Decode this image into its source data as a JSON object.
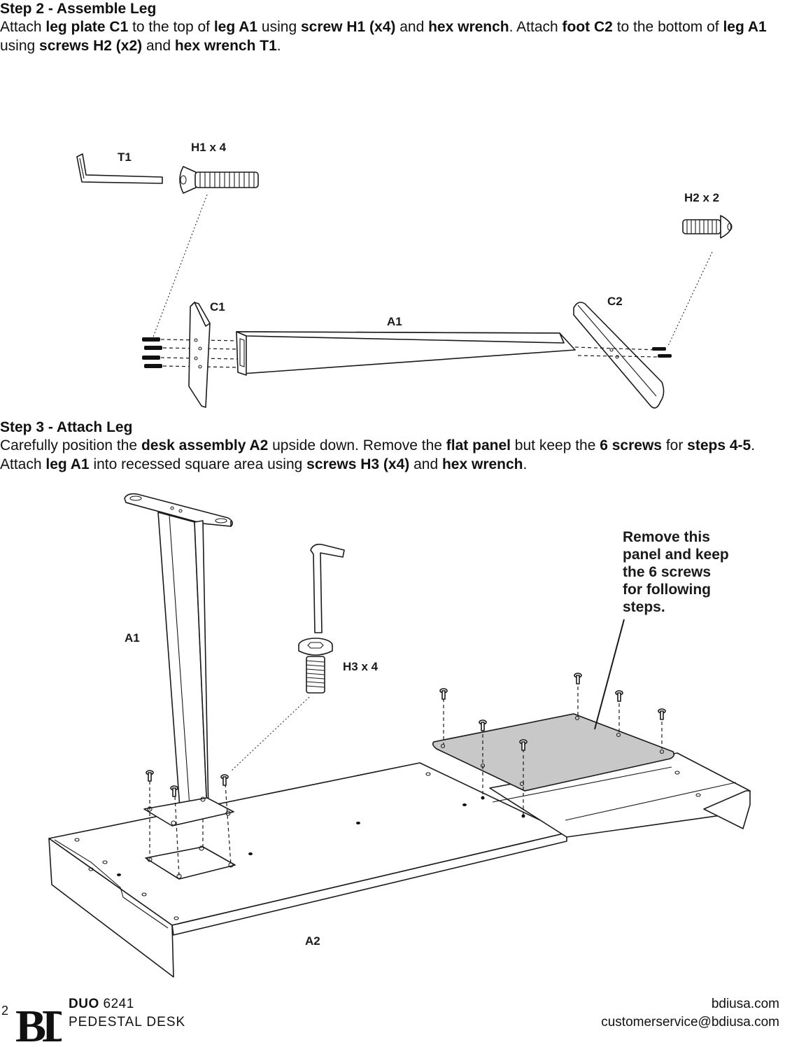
{
  "step2": {
    "title": "Step 2 - Assemble Leg",
    "segments": [
      {
        "t": "Attach "
      },
      {
        "t": "leg plate C1",
        "b": true
      },
      {
        "t": " to the top of "
      },
      {
        "t": "leg A1",
        "b": true
      },
      {
        "t": " using "
      },
      {
        "t": "screw H1 (x4)",
        "b": true
      },
      {
        "t": " and "
      },
      {
        "t": "hex wrench",
        "b": true
      },
      {
        "t": ". Attach "
      },
      {
        "t": "foot C2",
        "b": true
      },
      {
        "t": " to the bottom of "
      },
      {
        "t": "leg A1",
        "b": true
      },
      {
        "t": " using "
      },
      {
        "t": "screws H2 (x2)",
        "b": true
      },
      {
        "t": " and "
      },
      {
        "t": "hex wrench T1",
        "b": true
      },
      {
        "t": "."
      }
    ],
    "labels": {
      "t1": "T1",
      "h1": "H1 x 4",
      "h2": "H2 x 2",
      "c1": "C1",
      "a1": "A1",
      "c2": "C2"
    }
  },
  "step3": {
    "title": "Step 3 - Attach Leg",
    "segments": [
      {
        "t": "Carefully position the "
      },
      {
        "t": "desk assembly A2",
        "b": true
      },
      {
        "t": " upside down. Remove the "
      },
      {
        "t": "flat panel",
        "b": true
      },
      {
        "t": " but keep the "
      },
      {
        "t": "6 screws",
        "b": true
      },
      {
        "t": " for "
      },
      {
        "t": "steps 4-5",
        "b": true
      },
      {
        "t": ". Attach "
      },
      {
        "t": "leg A1",
        "b": true
      },
      {
        "t": " into recessed square area using "
      },
      {
        "t": "screws H3 (x4)",
        "b": true
      },
      {
        "t": " and "
      },
      {
        "t": "hex wrench",
        "b": true
      },
      {
        "t": "."
      }
    ],
    "labels": {
      "a1": "A1",
      "h3": "H3 x 4",
      "a2": "A2",
      "note": [
        "Remove this",
        "panel and keep",
        "the 6 screws",
        "for following",
        "steps."
      ]
    }
  },
  "footer": {
    "page_number": "2",
    "logo_text": "BDI",
    "product_bold": "DUO",
    "product_number": "6241",
    "product_type": "PEDESTAL DESK",
    "website": "bdiusa.com",
    "email": "customerservice@bdiusa.com"
  }
}
